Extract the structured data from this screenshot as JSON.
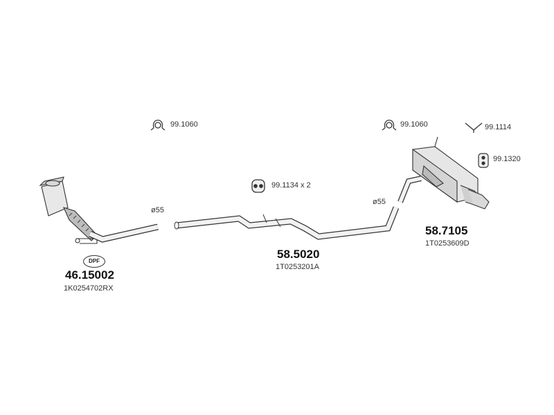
{
  "parts": [
    {
      "number": "46.15002",
      "oem": "1K0254702RX",
      "badge": "DPF"
    },
    {
      "number": "58.5020",
      "oem": "1T0253201A"
    },
    {
      "number": "58.7105",
      "oem": "1T0253609D"
    }
  ],
  "accessories": {
    "clamp_left": "99.1060",
    "clamp_right": "99.1060",
    "hanger_mid": "99.1134 x 2",
    "bracket": "99.1114",
    "rubber_mount": "99.1320"
  },
  "diameters": {
    "left": "ø55",
    "right": "ø55"
  },
  "colors": {
    "line": "#333333",
    "fill": "#e6e6e6",
    "dark": "#555555"
  }
}
